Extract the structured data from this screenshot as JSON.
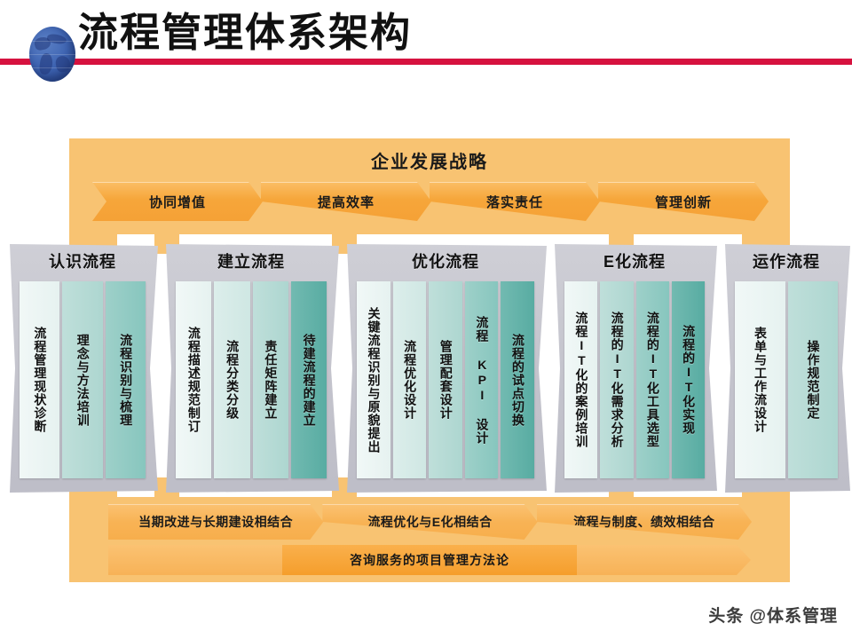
{
  "header": {
    "title": "流程管理体系架构",
    "icon": "globe-icon",
    "rule_color": "#D6123F",
    "icon_color": "#3F65B3"
  },
  "diagram": {
    "frame_color": "#F8C372",
    "chevron_color": "#F5A136",
    "card_color": "#C3C3CC",
    "strategy": {
      "title": "企业发展战略",
      "chevrons": [
        "协同增值",
        "提高效率",
        "落实责任",
        "管理创新"
      ]
    },
    "stages": [
      {
        "title": "认识流程",
        "items": [
          "流程管理现状诊断",
          "理念与方法培训",
          "流程识别与梳理"
        ]
      },
      {
        "title": "建立流程",
        "items": [
          "流程描述规范制订",
          "流程分类分级",
          "责任矩阵建立",
          "待建流程的建立"
        ]
      },
      {
        "title": "优化流程",
        "items": [
          "关键流程识别与原貌提出",
          "流程优化设计",
          "管理配套设计",
          "流程 KPI 设计",
          "流程的试点切换"
        ]
      },
      {
        "title": "E化流程",
        "items": [
          "流程IT化的案例培训",
          "流程的IT化需求分析",
          "流程的IT化工具选型",
          "流程的IT化实现"
        ]
      },
      {
        "title": "运作流程",
        "items": [
          "表单与工作流设计",
          "操作规范制定"
        ]
      }
    ],
    "combine": {
      "chevrons": [
        "当期改进与长期建设相结合",
        "流程优化与E化相结合",
        "流程与制度、绩效相结合"
      ]
    },
    "methodology": "咨询服务的项目管理方法论"
  },
  "watermark": "头条 @体系管理"
}
